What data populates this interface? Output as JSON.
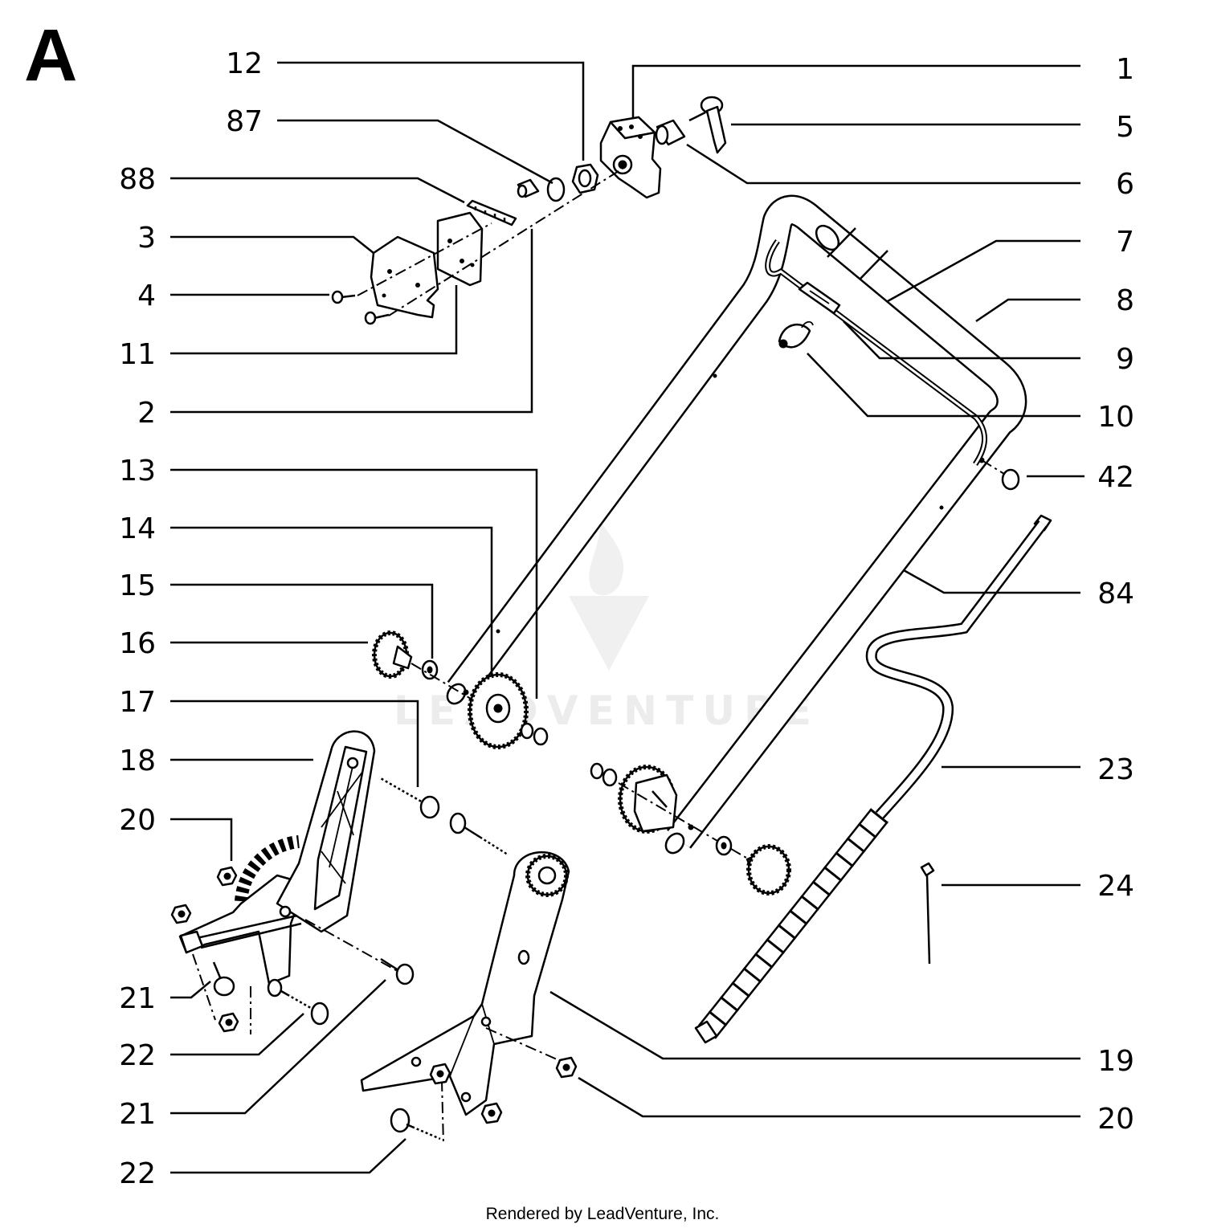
{
  "diagram": {
    "section_letter": "A",
    "left_labels": [
      "12",
      "87",
      "88",
      "3",
      "4",
      "11",
      "2",
      "13",
      "14",
      "15",
      "16",
      "17",
      "18",
      "20",
      "21",
      "22",
      "21",
      "22"
    ],
    "right_labels": [
      "1",
      "5",
      "6",
      "7",
      "8",
      "9",
      "10",
      "42",
      "84",
      "23",
      "24",
      "19",
      "20"
    ]
  },
  "watermark": "LEADVENTURE",
  "footer": {
    "credit": "Rendered by LeadVenture, Inc."
  }
}
